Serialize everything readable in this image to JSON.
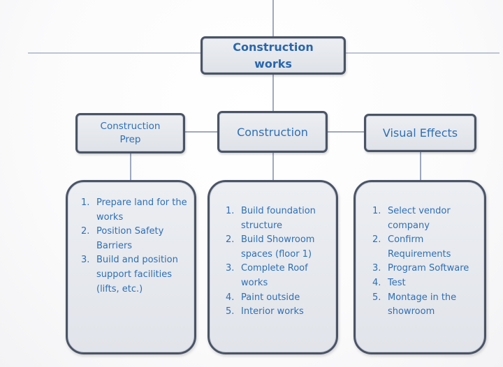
{
  "colors": {
    "box_border": "#4a5466",
    "box_fill": "#e2e5eb",
    "text": "#2e6fb5",
    "connector": "#8d9bb4"
  },
  "diagram": {
    "root": {
      "label_line1": "Construction",
      "label_line2": "works"
    },
    "branches": [
      {
        "label_line1": "Construction",
        "label_line2": "Prep",
        "tasks": [
          {
            "num": "1.",
            "text": "Prepare land for the works"
          },
          {
            "num": "2.",
            "text": "Position Safety Barriers"
          },
          {
            "num": "3.",
            "text": "Build and position support facilities (lifts, etc.)"
          }
        ]
      },
      {
        "label": "Construction",
        "tasks": [
          {
            "num": "1.",
            "text": "Build foundation structure"
          },
          {
            "num": "2.",
            "text": "Build Showroom spaces (floor 1)"
          },
          {
            "num": "3.",
            "text": "Complete Roof works"
          },
          {
            "num": "4.",
            "text": "Paint outside"
          },
          {
            "num": "5.",
            "text": "Interior works"
          }
        ]
      },
      {
        "label": "Visual Effects",
        "tasks": [
          {
            "num": "1.",
            "text": "Select vendor company"
          },
          {
            "num": "2.",
            "text": "Confirm Requirements"
          },
          {
            "num": "3.",
            "text": "Program Software"
          },
          {
            "num": "4.",
            "text": "Test"
          },
          {
            "num": "5.",
            "text": "Montage in the showroom"
          }
        ]
      }
    ]
  }
}
